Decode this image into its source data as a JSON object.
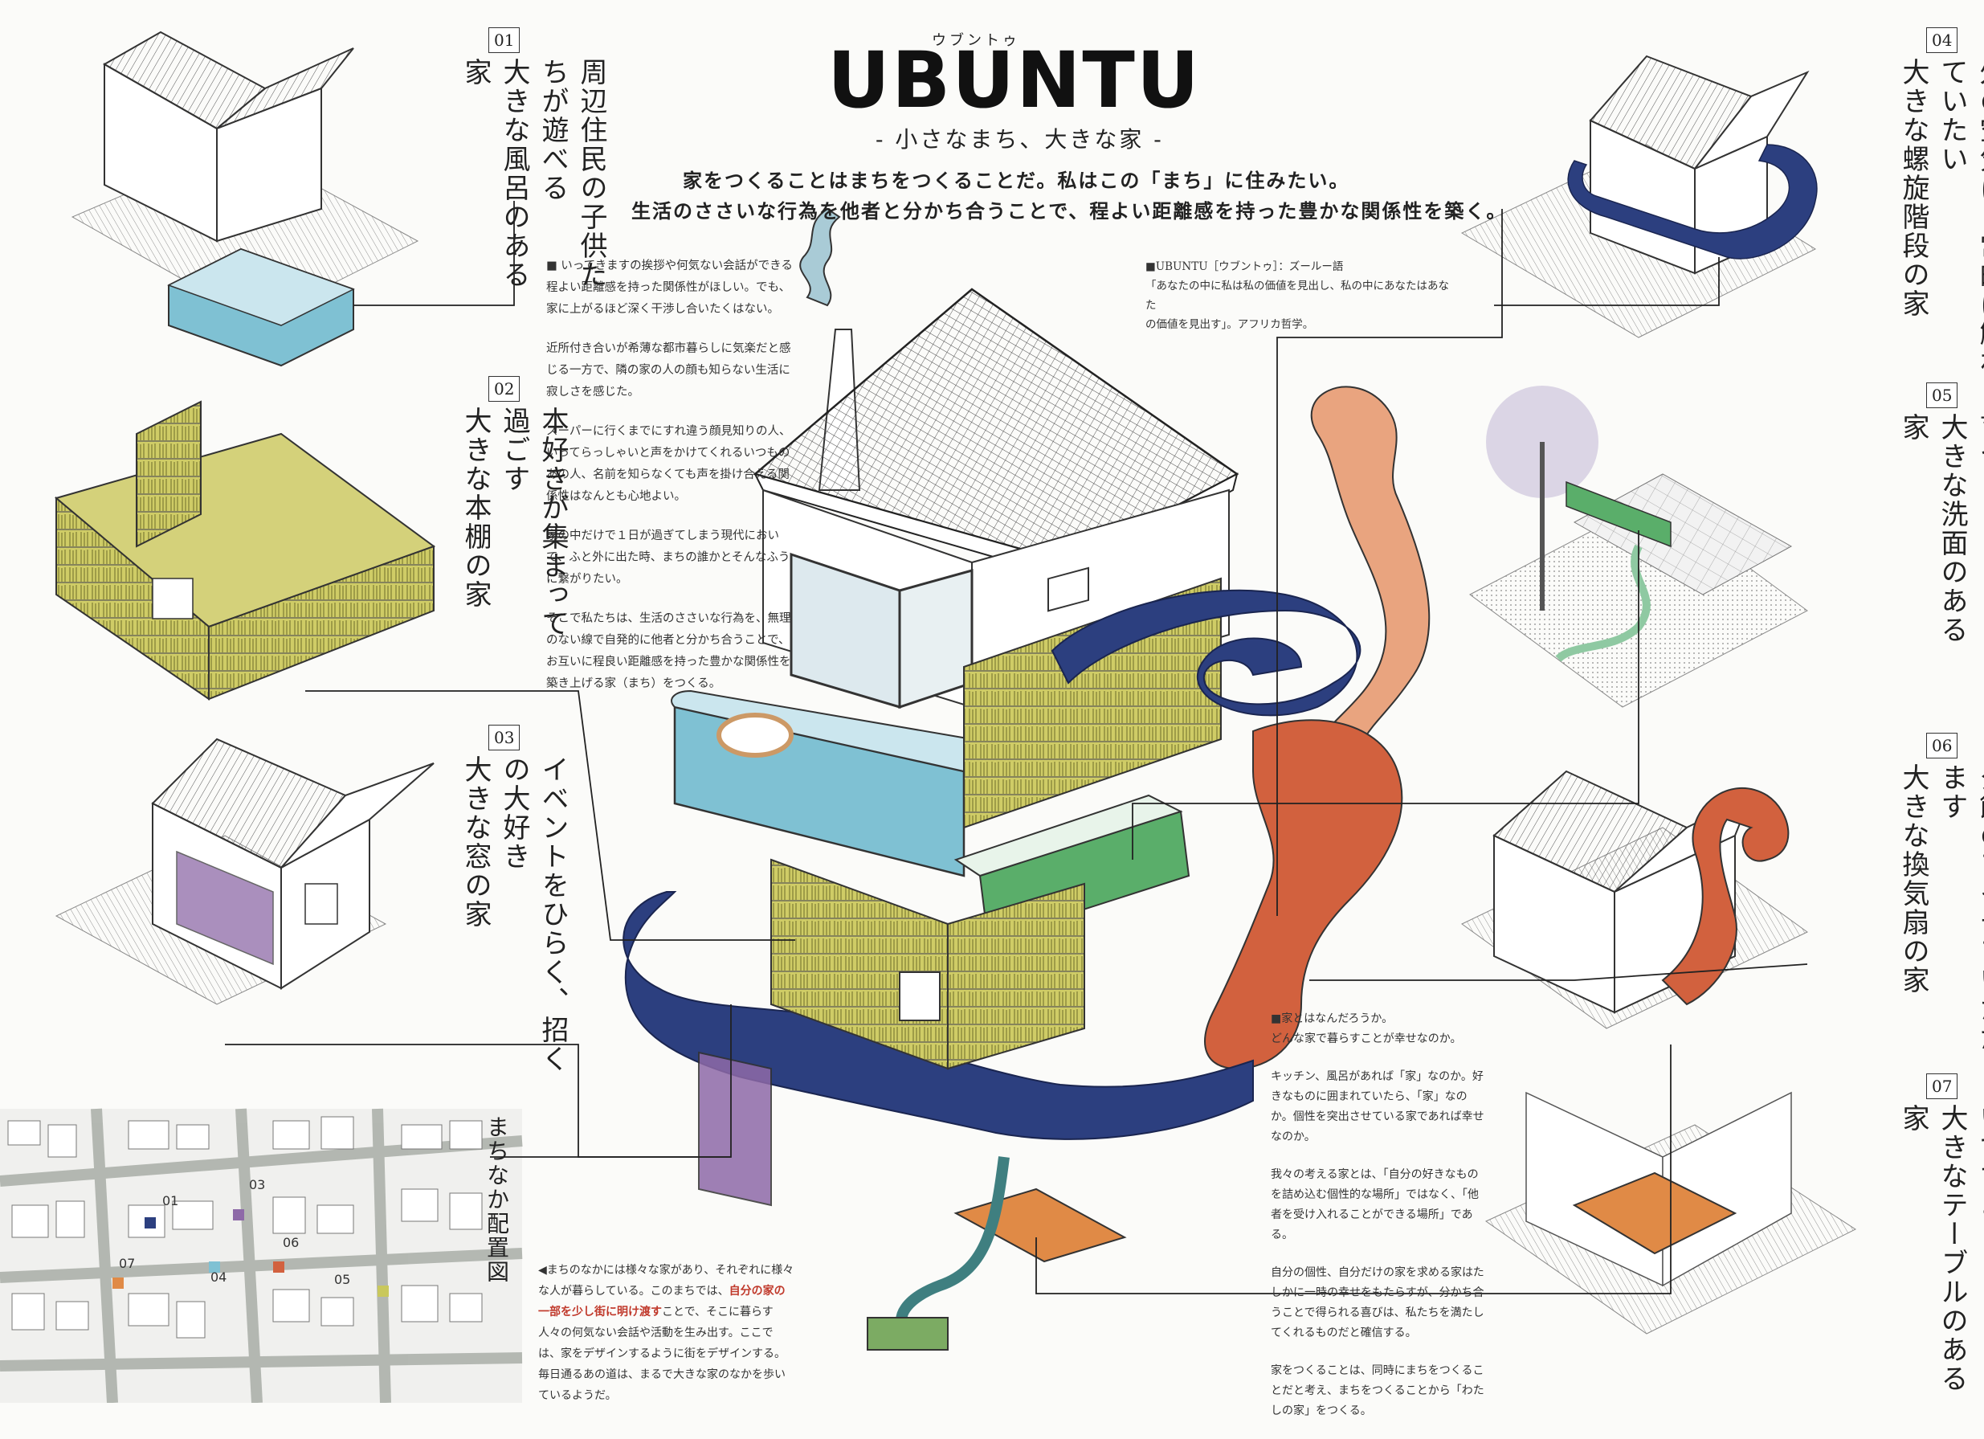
{
  "header": {
    "ruby": "ウブントゥ",
    "title": "UBUNTU",
    "subtitle": "- 小さなまち、大きな家 -",
    "lead1": "家をつくることはまちをつくることだ。私はこの「まち」に住みたい。",
    "lead2": "生活のささいな行為を他者と分かち合うことで、程よい距離感を持った豊かな関係性を築く。"
  },
  "definition": {
    "term": "■UBUNTU［ウブントゥ］：ズールー語",
    "line1": "「あなたの中に私は私の価値を見出し、私の中にあなたはあなた",
    "line2": "の価値を見出す」。アフリカ哲学。"
  },
  "concept": {
    "p1": "■ いってきますの挨拶や何気ない会話ができる程よい距離感を持った関係性がほしい。でも、家に上がるほど深く干渉し合いたくはない。",
    "p2": "近所付き合いが希薄な都市暮らしに気楽だと感じる一方で、隣の家の人の顔も知らない生活に寂しさを感じた。",
    "p3": "スーパーに行くまでにすれ違う顔見知りの人、いってらっしゃいと声をかけてくれるいつものあの人、名前を知らなくても声を掛け合える関係性はなんとも心地よい。",
    "p4": "家の中だけで１日が過ぎてしまう現代において、ふと外に出た時、まちの誰かとそんなふうに繋がりたい。",
    "p5": "そこで私たちは、生活のささいな行為を、無理のない線で自発的に他者と分かち合うことで、お互いに程良い距離感を持った豊かな関係性を築き上げる家（まち）をつくる。"
  },
  "house_text": {
    "p1a": "■家とはなんだろうか。",
    "p1b": "どんな家で暮らすことが幸せなのか。",
    "p2": "キッチン、風呂があれば「家」なのか。好きなものに囲まれていたら、「家」なのか。個性を突出させている家であれば幸せなのか。",
    "p3": "我々の考える家とは、「自分の好きなものを詰め込む個性的な場所」ではなく、「他者を受け入れることができる場所」である。",
    "p4": "自分の個性、自分だけの家を求める家はたしかに一時の幸せをもたらすが、分かち合うことで得られる喜びは、私たちを満たしてくれるものだと確信する。",
    "p5": "家をつくることは、同時にまちをつくることだと考え、まちをつくることから「わたしの家」をつくる。"
  },
  "map_text": {
    "pre": "◀まちのなかには様々な家があり、それぞれに様々な人が暮らしている。このまちでは、",
    "highlight": "自分の家の一部を少し街に明け渡す",
    "post": "ことで、そこに暮らす人々の何気ない会話や活動を生み出す。ここでは、家をデザインするように街をデザインする。毎日通るあの道は、まるで大きな家のなかを歩いているようだ。",
    "title": "まちなか配置図",
    "labels": [
      "01",
      "03",
      "06",
      "07",
      "04",
      "05"
    ]
  },
  "sections": [
    {
      "num": "01",
      "line1": "周辺住民の子供たちが遊べる",
      "line2": "大きな風呂のある家"
    },
    {
      "num": "02",
      "line1": "本好きが集まって過ごす",
      "line2": "大きな本棚の家"
    },
    {
      "num": "03",
      "line1": "イベントをひらく、招くの大好き",
      "line2": "大きな窓の家"
    },
    {
      "num": "04",
      "line1": "外の空気に日常的に触れていたい",
      "line2": "大きな螺旋階段の家"
    },
    {
      "num": "05",
      "line1": "顔を洗うと、緑が育つ",
      "line2": "大きな洗面のある家"
    },
    {
      "num": "06",
      "line1": "夕飯のアイデアいただきます",
      "line2": "大きな換気扇の家"
    },
    {
      "num": "07",
      "line1": "待ち時間に座ってもいいですよ",
      "line2": "大きなテーブルのある家"
    }
  ],
  "colors": {
    "bath": "#7fc1d3",
    "books": "#c9c85c",
    "stair": "#2c3f7f",
    "duct": "#d2613e",
    "duct_light": "#e9a47f",
    "green": "#5aae6a",
    "purple": "#8e6aa8",
    "table": "#e08a46",
    "highlight": "#c0392b"
  }
}
